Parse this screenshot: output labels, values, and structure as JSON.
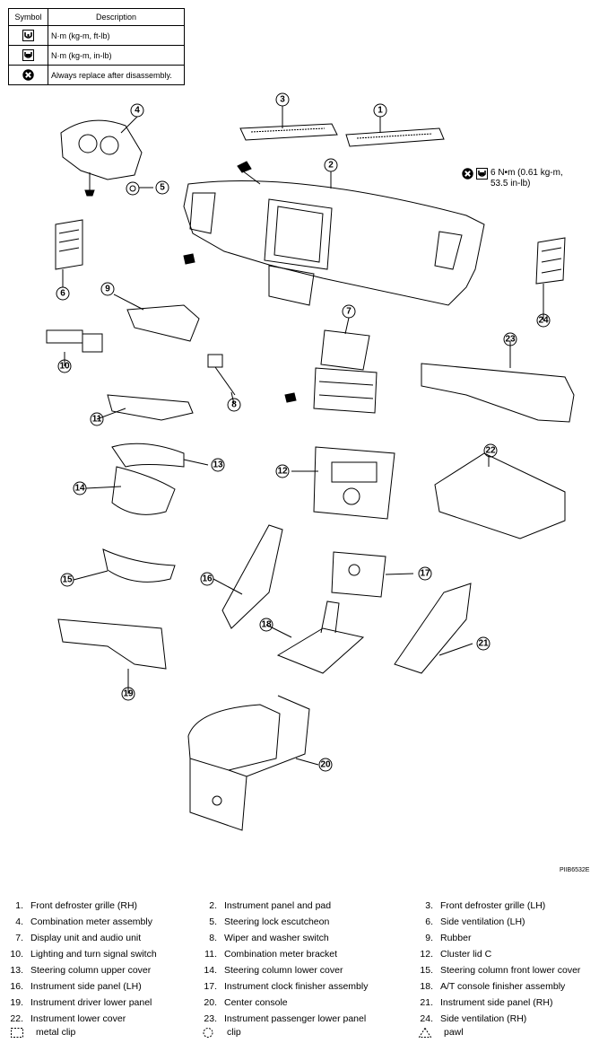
{
  "symbol_table": {
    "header_symbol": "Symbol",
    "header_description": "Description",
    "rows": [
      {
        "icon": "torque-wrench-icon",
        "description": "N·m (kg-m, ft-lb)"
      },
      {
        "icon": "torque-wrench-small-icon",
        "description": "N·m (kg-m, in-lb)"
      },
      {
        "icon": "replace-x-icon",
        "description": "Always replace after disassembly."
      }
    ]
  },
  "torque_note": {
    "line1": "6 N•m (0.61 kg-m,",
    "line2": "53.5 in-lb)"
  },
  "figure_id": "PIIB6532E",
  "callouts": [
    "1",
    "2",
    "3",
    "4",
    "5",
    "6",
    "7",
    "8",
    "9",
    "10",
    "11",
    "12",
    "13",
    "14",
    "15",
    "16",
    "17",
    "18",
    "19",
    "20",
    "21",
    "22",
    "23",
    "24"
  ],
  "parts": [
    {
      "num": "1.",
      "name": "Front defroster grille (RH)"
    },
    {
      "num": "2.",
      "name": "Instrument panel and pad"
    },
    {
      "num": "3.",
      "name": "Front defroster grille (LH)"
    },
    {
      "num": "4.",
      "name": "Combination meter assembly"
    },
    {
      "num": "5.",
      "name": "Steering lock escutcheon"
    },
    {
      "num": "6.",
      "name": "Side ventilation (LH)"
    },
    {
      "num": "7.",
      "name": "Display unit and audio unit"
    },
    {
      "num": "8.",
      "name": "Wiper and washer switch"
    },
    {
      "num": "9.",
      "name": "Rubber"
    },
    {
      "num": "10.",
      "name": "Lighting and turn signal switch"
    },
    {
      "num": "11.",
      "name": "Combination meter bracket"
    },
    {
      "num": "12.",
      "name": "Cluster lid C"
    },
    {
      "num": "13.",
      "name": "Steering column upper cover"
    },
    {
      "num": "14.",
      "name": "Steering column lower cover"
    },
    {
      "num": "15.",
      "name": "Steering column front lower cover"
    },
    {
      "num": "16.",
      "name": "Instrument side panel (LH)"
    },
    {
      "num": "17.",
      "name": "Instrument clock finisher assembly"
    },
    {
      "num": "18.",
      "name": "A/T console finisher assembly"
    },
    {
      "num": "19.",
      "name": "Instrument driver lower panel"
    },
    {
      "num": "20.",
      "name": "Center console"
    },
    {
      "num": "21.",
      "name": "Instrument side panel (RH)"
    },
    {
      "num": "22.",
      "name": "Instrument lower cover"
    },
    {
      "num": "23.",
      "name": "Instrument passenger lower panel"
    },
    {
      "num": "24.",
      "name": "Side ventilation (RH)"
    }
  ],
  "keys": {
    "metal_clip": "metal clip",
    "clip": "clip",
    "pawl": "pawl"
  }
}
